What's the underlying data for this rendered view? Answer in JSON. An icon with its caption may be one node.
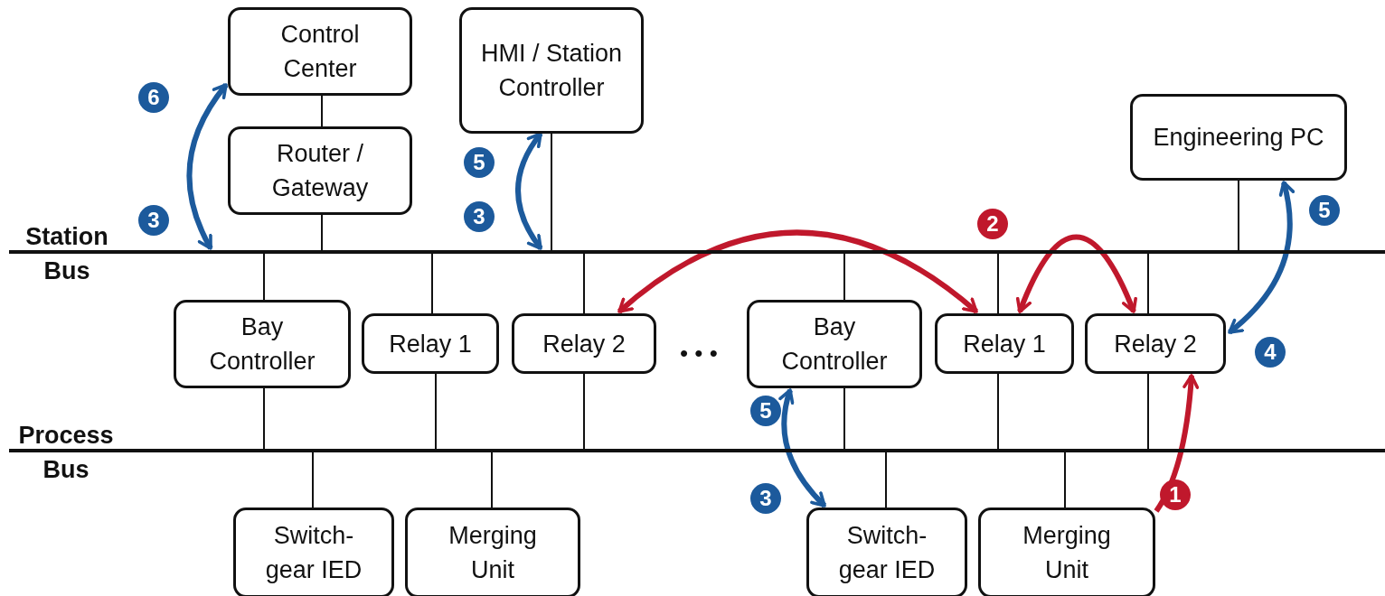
{
  "diagram": {
    "nodes": [
      {
        "text": [
          "Control Center"
        ]
      },
      {
        "text": [
          "Router / Gateway"
        ]
      },
      {
        "text": [
          "HMI / Station Controller"
        ]
      },
      {
        "text": [
          "Engineering PC"
        ]
      },
      {
        "text": [
          "Station Bus"
        ]
      },
      {
        "text": [
          "Bay Controller"
        ]
      },
      {
        "text": [
          "Relay 1"
        ]
      },
      {
        "text": [
          "Relay 2"
        ]
      },
      {
        "text": [
          "Bay Controller"
        ]
      },
      {
        "text": [
          "Relay 1"
        ]
      },
      {
        "text": [
          "Relay 2"
        ]
      },
      {
        "text": [
          "Process Bus"
        ]
      },
      {
        "text": [
          "Switch-gear IED"
        ]
      },
      {
        "text": [
          "Merging Unit"
        ]
      },
      {
        "text": [
          "Switch-gear IED"
        ]
      },
      {
        "text": [
          "Merging Unit"
        ]
      }
    ],
    "edges": [
      {
        "from": 0,
        "to": 1,
        "arrow": "none"
      },
      {
        "from": 1,
        "to": 4,
        "arrow": "none"
      },
      {
        "from": 2,
        "to": 4,
        "arrow": "none"
      },
      {
        "from": 3,
        "to": 4,
        "arrow": "none"
      },
      {
        "from": 4,
        "to": 5,
        "arrow": "none"
      },
      {
        "from": 4,
        "to": 6,
        "arrow": "none"
      },
      {
        "from": 4,
        "to": 7,
        "arrow": "none"
      },
      {
        "from": 4,
        "to": 8,
        "arrow": "none"
      },
      {
        "from": 4,
        "to": 9,
        "arrow": "none"
      },
      {
        "from": 4,
        "to": 10,
        "arrow": "none"
      },
      {
        "from": 5,
        "to": 11,
        "arrow": "none"
      },
      {
        "from": 6,
        "to": 11,
        "arrow": "none"
      },
      {
        "from": 7,
        "to": 11,
        "arrow": "none"
      },
      {
        "from": 8,
        "to": 11,
        "arrow": "none"
      },
      {
        "from": 9,
        "to": 11,
        "arrow": "none"
      },
      {
        "from": 10,
        "to": 11,
        "arrow": "none"
      },
      {
        "from": 11,
        "to": 12,
        "arrow": "none"
      },
      {
        "from": 11,
        "to": 13,
        "arrow": "none"
      },
      {
        "from": 11,
        "to": 14,
        "arrow": "none"
      },
      {
        "from": 11,
        "to": 15,
        "arrow": "none"
      },
      {
        "from": 4,
        "to": 0,
        "arrow": "both",
        "style": "thick",
        "color": "#1c5a9c"
      },
      {
        "from": 4,
        "to": 2,
        "arrow": "both",
        "style": "thick",
        "color": "#1c5a9c"
      },
      {
        "from": 7,
        "to": 9,
        "arrow": "both",
        "style": "thick",
        "color": "#c0182c"
      },
      {
        "from": 9,
        "to": 10,
        "arrow": "both",
        "style": "thick",
        "color": "#c0182c"
      },
      {
        "from": 10,
        "to": 3,
        "arrow": "both",
        "style": "thick",
        "color": "#1c5a9c"
      },
      {
        "from": 8,
        "to": 14,
        "arrow": "both",
        "style": "thick",
        "color": "#1c5a9c"
      },
      {
        "from": 15,
        "to": 10,
        "arrow": "to",
        "style": "thick",
        "color": "#c0182c"
      }
    ],
    "labels": [
      "6",
      "3",
      "5",
      "3",
      "2",
      "5",
      "4",
      "• • •",
      "5",
      "3",
      "1"
    ]
  }
}
